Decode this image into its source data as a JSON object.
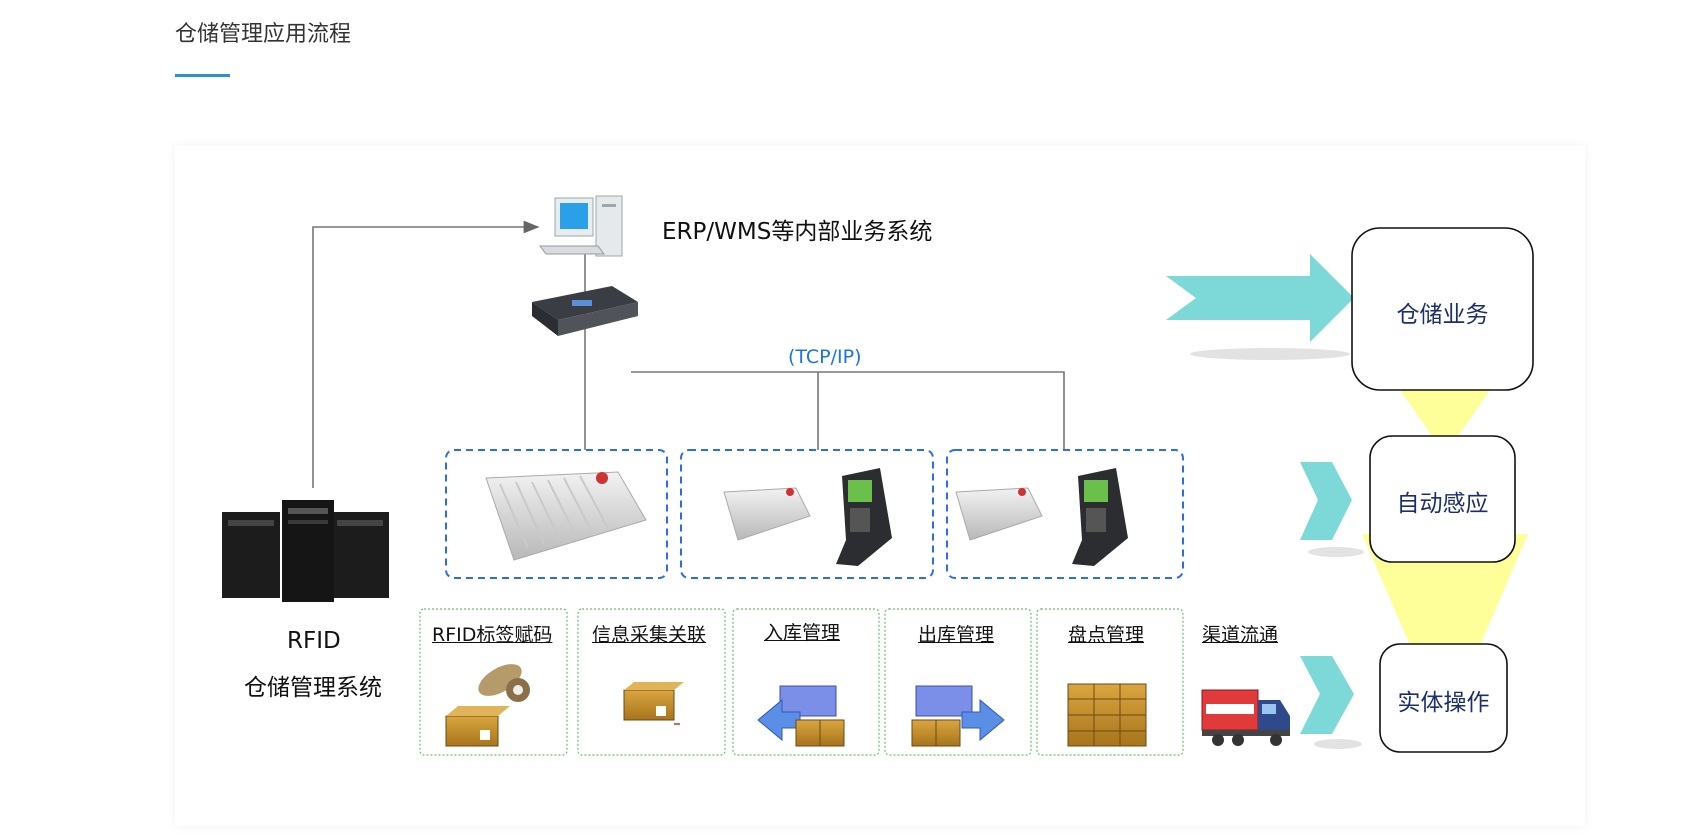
{
  "page": {
    "title": "仓储管理应用流程"
  },
  "diagram": {
    "erp_label": "ERP/WMS等内部业务系统",
    "tcp_label": "(TCP/IP)",
    "rfid_system_line1": "RFID",
    "rfid_system_line2": "仓储管理系统",
    "steps": [
      "RFID标签赋码",
      "信息采集关联",
      "入库管理",
      "出库管理",
      "盘点管理",
      "渠道流通"
    ],
    "business_boxes": [
      "仓储业务",
      "自动感应",
      "实体操作"
    ],
    "colors": {
      "accent": "#2b8fe0",
      "arrow": "#7dd8d8",
      "funnel": "#ffff99",
      "dashed": "#2c6cf0",
      "dotted_green": "#6cbf6c"
    }
  }
}
